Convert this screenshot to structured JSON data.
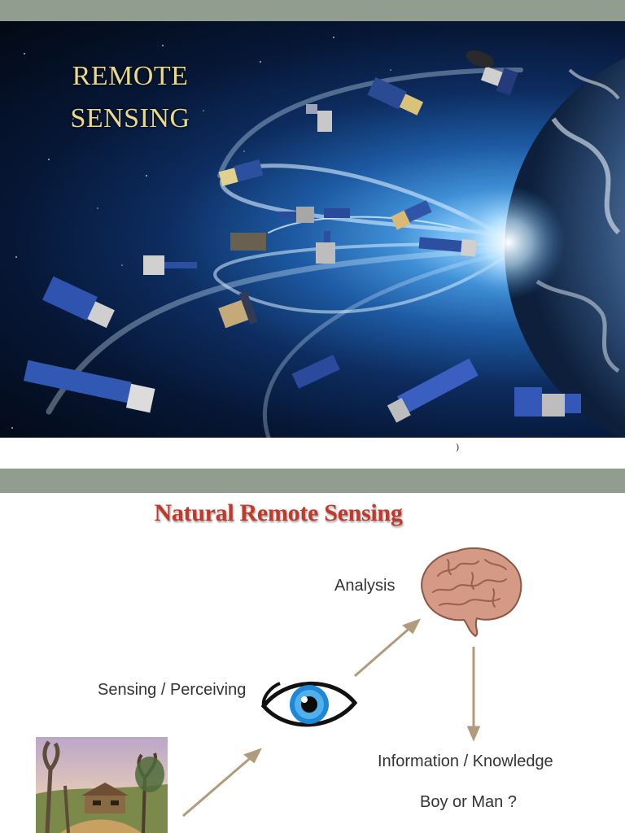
{
  "slide1": {
    "title_line1": "REMOTE",
    "title_line2": "SENSING",
    "footnote": ")"
  },
  "slide2": {
    "title": "Natural Remote Sensing",
    "labels": {
      "analysis": "Analysis",
      "sensing": "Sensing / Perceiving",
      "information": "Information / Knowledge",
      "question": "Boy or Man ?"
    }
  },
  "colors": {
    "band": "#919e8f",
    "slide1_title": "#e9d98b",
    "slide2_title": "#c0392b",
    "arrow": "#b09b7c",
    "iris": "#1e88d6"
  },
  "icons": [
    "satellite-icon",
    "earth-icon",
    "eye-icon",
    "brain-icon",
    "painting-icon"
  ]
}
